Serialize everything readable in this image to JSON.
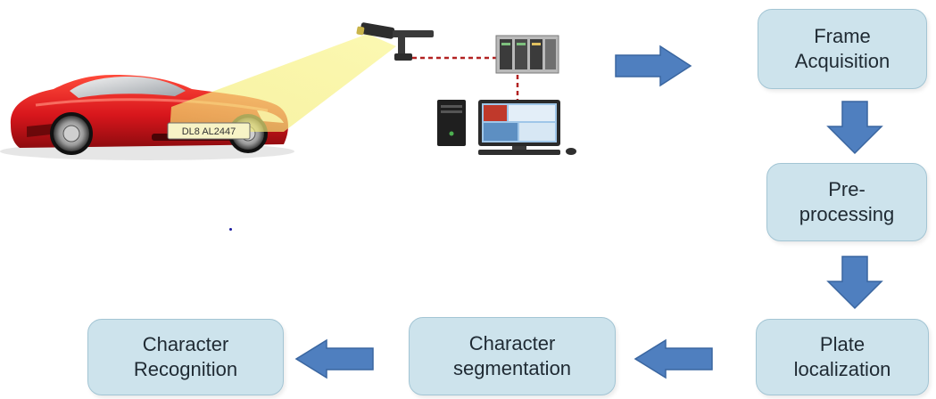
{
  "scene": {
    "license_plate": "DL8 AL2447"
  },
  "steps": [
    {
      "id": "frame-acquisition",
      "lines": [
        "Frame",
        "Acquisition"
      ]
    },
    {
      "id": "pre-processing",
      "lines": [
        "Pre-",
        "processing"
      ]
    },
    {
      "id": "plate-localization",
      "lines": [
        "Plate",
        "localization"
      ]
    },
    {
      "id": "character-segmentation",
      "lines": [
        "Character",
        "segmentation"
      ]
    },
    {
      "id": "character-recognition",
      "lines": [
        "Character",
        "Recognition"
      ]
    }
  ],
  "colors": {
    "box_fill": "#cde3ec",
    "box_border": "#a3c5d4",
    "arrow_fill": "#4f7fbf",
    "arrow_stroke": "#3a66a0",
    "car_body": "#d8161c",
    "beam": "#f6f39a",
    "link_line": "#b22222"
  },
  "icons": [
    "car",
    "camera",
    "controller-rack",
    "computer",
    "flow-arrow"
  ]
}
